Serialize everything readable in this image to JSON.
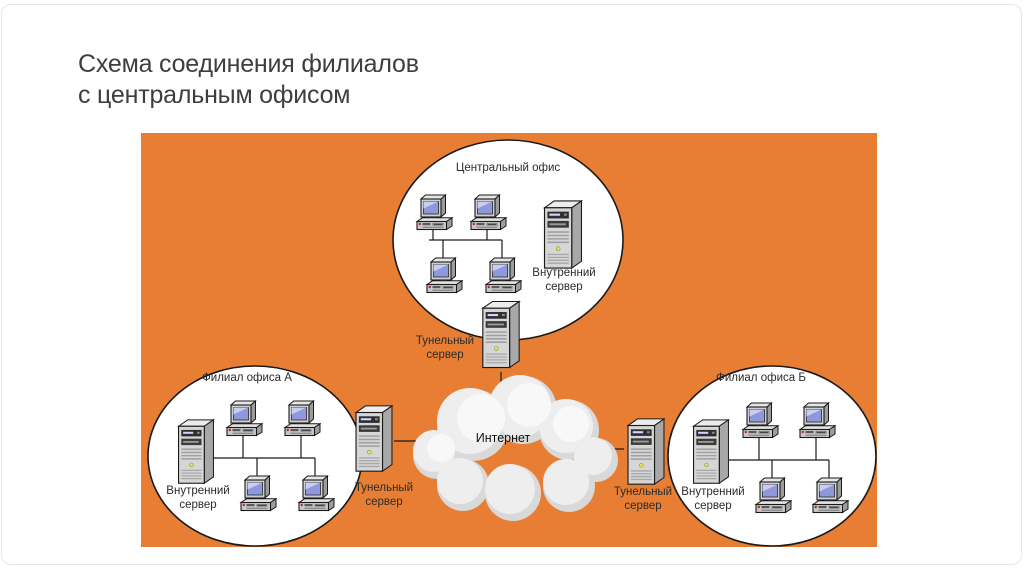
{
  "colors": {
    "page_bg": "#ffffff",
    "card_border": "#e7e7e7",
    "panel_orange": "#e87e34",
    "outline": "#1a1a1a",
    "ellipse_fill": "#ffffff",
    "title_text": "#3e3e3e",
    "label_text": "#2b2b2b",
    "cloud_base": "#d9d9d9",
    "cloud_light": "#eeeeee"
  },
  "slide": {
    "title_line1": "Схема соединения филиалов",
    "title_line2": "с центральным офисом"
  },
  "diagram": {
    "central_office": {
      "label": "Центральный офис",
      "internal_server_label": "Внутренний сервер",
      "tunnel_server_label": "Тунельный сервер",
      "workstation_count": 4
    },
    "internet": {
      "label": "Интернет"
    },
    "branch_a": {
      "label": "Филиал офиса А",
      "internal_server_label": "Внутренний сервер",
      "tunnel_server_label": "Тунельный сервер",
      "workstation_count": 4
    },
    "branch_b": {
      "label": "Филиал офиса Б",
      "internal_server_label": "Внутренний сервер",
      "tunnel_server_label": "Тунельный сервер",
      "workstation_count": 4
    }
  }
}
